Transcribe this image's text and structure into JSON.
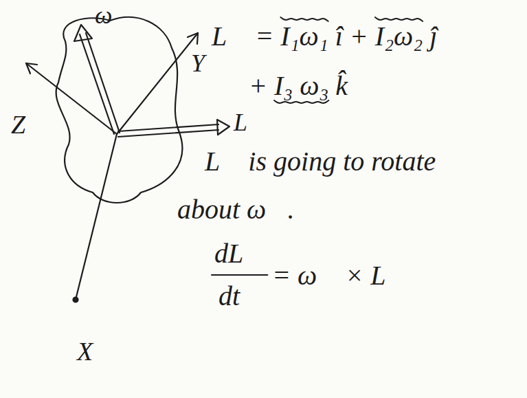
{
  "diagram": {
    "labels": [
      "ω",
      "Y",
      "Z",
      "L⃗",
      "X",
      "L⃗ = I₁ω₁ î + I₂ω₂ ĵ",
      "+ I₃ ω₃ k̂",
      "L⃗ is going to rotate",
      "about ω⃗.",
      "dL⃗",
      "dt",
      "= ω⃗ × L⃗"
    ]
  }
}
